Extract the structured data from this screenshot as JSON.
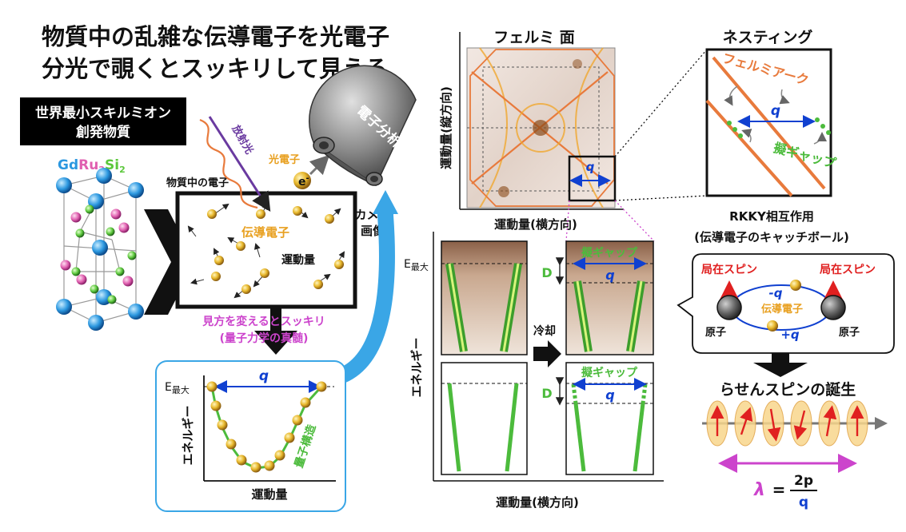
{
  "headline": {
    "line1": "物質中の乱雑な伝導電子を光電子",
    "line2": "分光で覗くとスッキリして見える"
  },
  "badge": {
    "line1": "世界最小スキルミオン",
    "line2": "創発物質"
  },
  "compound": {
    "a": "Gd",
    "b": "Ru",
    "sub1": "2",
    "c": "Si",
    "sub2": "2"
  },
  "experiment": {
    "radiation": "放射光",
    "photoelectron": "光電子",
    "electron_symbol": "e",
    "electron_sup": "-",
    "electrons_in_matter": "物質中の電子",
    "conduction_electron": "伝導電子",
    "momentum": "運動量",
    "analyzer": "電子分析器",
    "camera_line1": "カメラ",
    "camera_line2": "画像"
  },
  "perspective": {
    "line1": "見方を変えるとスッキリ",
    "line2": "(量子力学の真髄)"
  },
  "band_panel": {
    "emax_E": "E",
    "emax_sub": "最大",
    "ylabel": "エネルギー",
    "xlabel": "運動量",
    "q": "q",
    "structure": "量子構造"
  },
  "fermi": {
    "title": "フェルミ 面",
    "ylabel": "運動量(縦方向)",
    "xlabel": "運動量(横方向)",
    "q": "q"
  },
  "nesting": {
    "title": "ネスティング",
    "arc": "フェルミアーク",
    "q": "q",
    "gap": "擬ギャップ"
  },
  "arpes": {
    "emax_E": "E",
    "emax_sub": "最大",
    "ylabel": "エネルギー",
    "xlabel": "運動量(横方向)",
    "cool": "冷却",
    "gap_top": "擬ギャップ",
    "gap_bottom": "擬ギャップ",
    "D_top": "D",
    "D_bottom": "D",
    "q_top": "q",
    "q_bottom": "q"
  },
  "rkky": {
    "title": "RKKY相互作用",
    "subtitle": "(伝導電子のキャッチボール)",
    "spin_left": "局在スピン",
    "spin_right": "局在スピン",
    "neg_q": "-q",
    "pos_q": "+q",
    "conduction": "伝導電子",
    "atom_left": "原子",
    "atom_right": "原子"
  },
  "helix": {
    "title": "らせんスピンの誕生",
    "lambda": "λ",
    "equals": "=",
    "numerator": "2p",
    "denominator": "q"
  },
  "colors": {
    "orange": "#e87a3c",
    "green": "#4cbb3c",
    "blue": "#1040d0",
    "magenta": "#cc44cc",
    "sky": "#3aa6e6",
    "red": "#e02020",
    "purple": "#6a3aa0"
  }
}
